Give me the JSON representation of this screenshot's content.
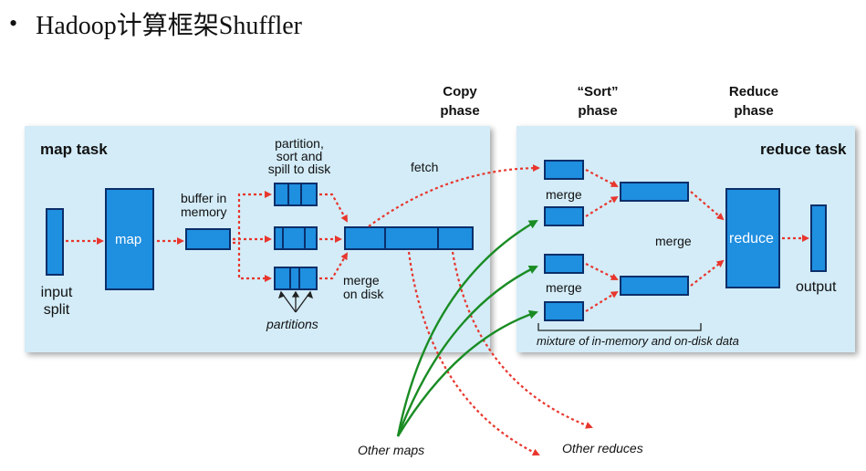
{
  "slide": {
    "bullet": "•",
    "title": "Hadoop计算框架Shuffler"
  },
  "phases": {
    "copy_line1": "Copy",
    "copy_line2": "phase",
    "sort_line1": "“Sort”",
    "sort_line2": "phase",
    "reduce_line1": "Reduce",
    "reduce_line2": "phase"
  },
  "map_task": {
    "title": "map task",
    "input_line1": "input",
    "input_line2": "split",
    "map": "map",
    "buffer_line1": "buffer in",
    "buffer_line2": "memory",
    "pss_line1": "partition,",
    "pss_line2": "sort and",
    "pss_line3": "spill to disk",
    "partitions": "partitions",
    "merge_line1": "merge",
    "merge_line2": "on disk",
    "fetch": "fetch"
  },
  "reduce_task": {
    "title": "reduce task",
    "merge_top": "merge",
    "merge_bottom": "merge",
    "merge_middle": "merge",
    "reduce": "reduce",
    "output": "output",
    "mixture": "mixture of in-memory and on-disk data"
  },
  "external": {
    "other_maps": "Other maps",
    "other_reduces": "Other reduces"
  },
  "colors": {
    "panel": "#d3ecf8",
    "box_fill": "#1f8fe0",
    "box_border": "#0b2f6a",
    "red_arrow": "#e8362d",
    "green_arrow": "#1a8c24"
  }
}
